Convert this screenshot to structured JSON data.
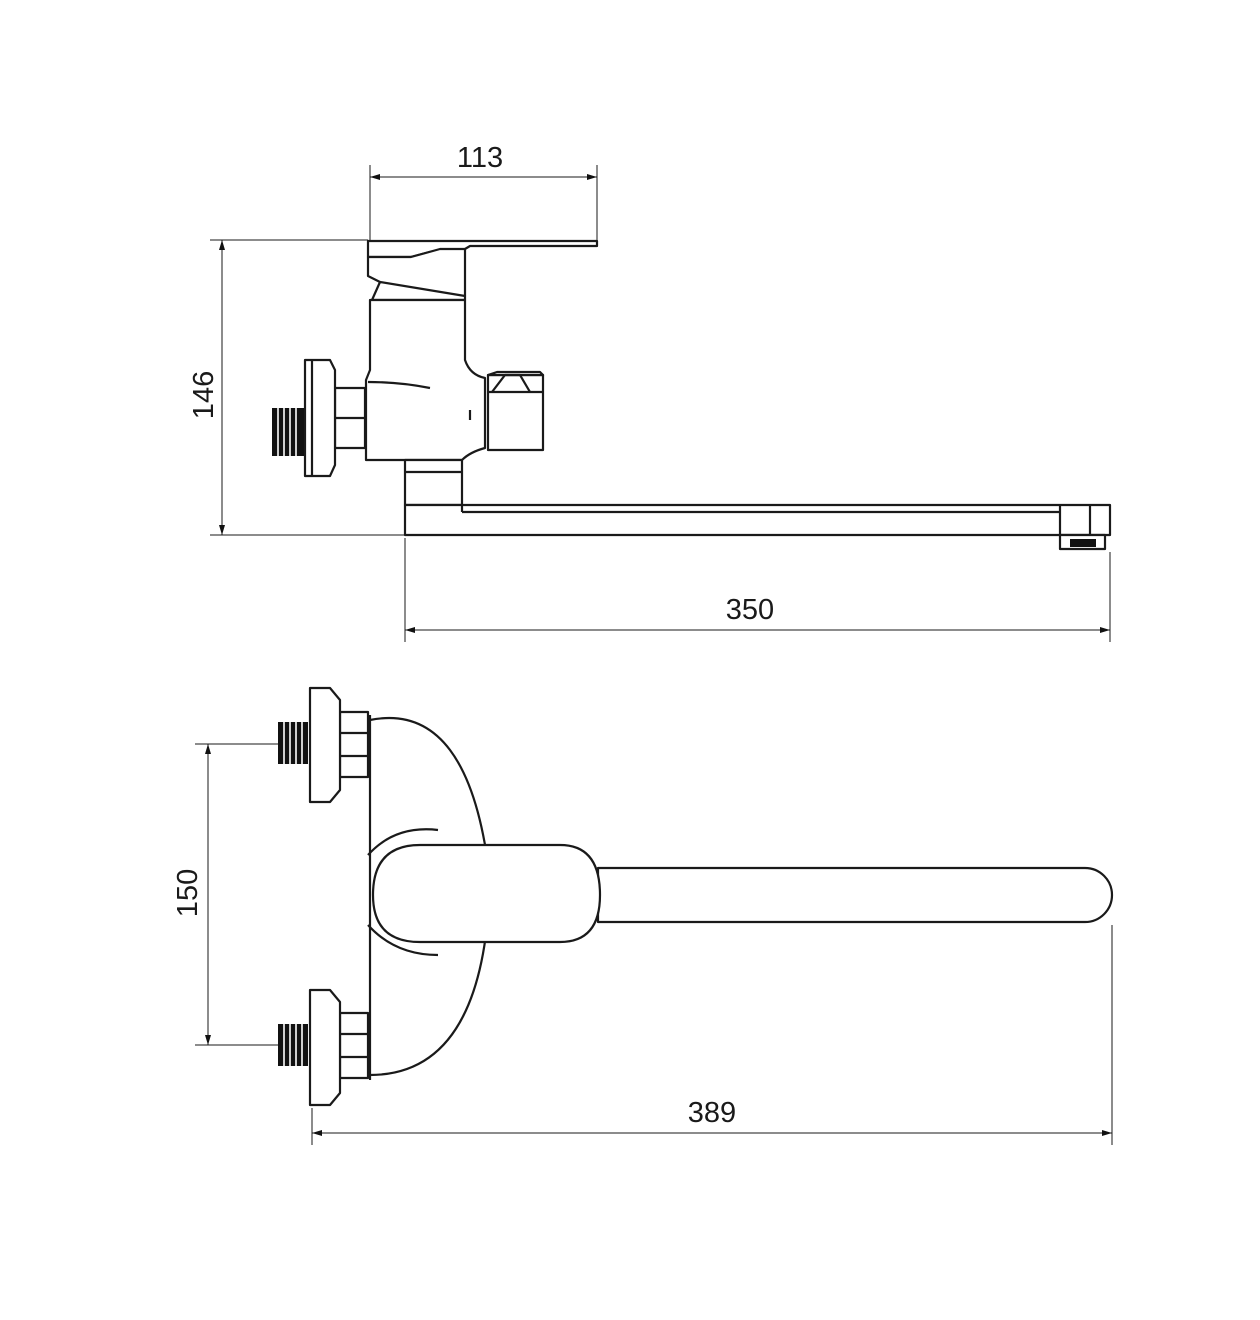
{
  "dimensions": {
    "top_width": "113",
    "height": "146",
    "spout_length": "350",
    "inlet_spacing": "150",
    "overall_length": "389"
  },
  "colors": {
    "line": "#1a1a1a",
    "background": "#ffffff"
  }
}
